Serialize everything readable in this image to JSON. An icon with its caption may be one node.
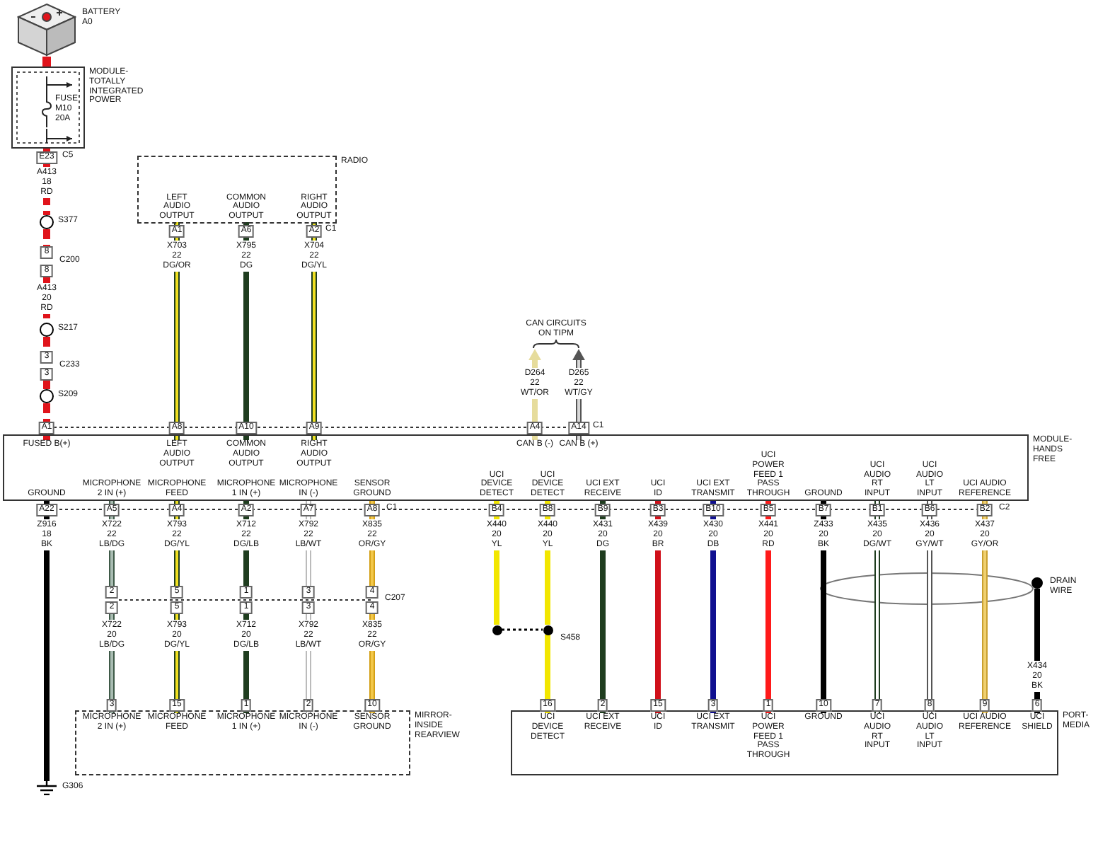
{
  "diagram": {
    "nodes": [
      {
        "text": [],
        "shape": "picture",
        "beside": [
          "BATTERY A0"
        ]
      },
      {
        "text": [
          "MODULE- TOTALLY INTEGRATED POWER"
        ]
      },
      {
        "text": [
          "FUSE M10 20A"
        ],
        "in": 1
      },
      {
        "text": [],
        "shape": "circle",
        "beside": [
          "S377"
        ]
      },
      {
        "text": [
          "8",
          "8"
        ],
        "beside": [
          "C200"
        ]
      },
      {
        "text": [],
        "shape": "circle",
        "beside": [
          "S217"
        ]
      },
      {
        "text": [
          "3",
          "3"
        ],
        "beside": [
          "C233"
        ]
      },
      {
        "text": [],
        "shape": "circle",
        "beside": [
          "S209"
        ]
      },
      {
        "text": [
          "RADIO"
        ]
      },
      {
        "text": [
          "LEFT AUDIO OUTPUT"
        ],
        "in": 8
      },
      {
        "text": [
          "COMMON AUDIO OUTPUT"
        ],
        "in": 8
      },
      {
        "text": [
          "RIGHT AUDIO OUTPUT"
        ],
        "in": 8
      },
      {
        "text": [
          "CAN CIRCUITS ON TIPM"
        ]
      },
      {
        "text": [
          "MODULE- HANDS FREE"
        ]
      },
      {
        "text": [
          "FUSED B(+)"
        ],
        "in": 13
      },
      {
        "text": [
          "LEFT AUDIO OUTPUT"
        ],
        "in": 13
      },
      {
        "text": [
          "COMMON AUDIO OUTPUT"
        ],
        "in": 13
      },
      {
        "text": [
          "RIGHT AUDIO OUTPUT"
        ],
        "in": 13
      },
      {
        "text": [
          "CAN B (-)"
        ],
        "in": 13
      },
      {
        "text": [
          "CAN B (+)"
        ],
        "in": 13
      },
      {
        "text": [
          "GROUND"
        ],
        "in": 13
      },
      {
        "text": [
          "MICROPHONE 2 IN (+)"
        ],
        "in": 13
      },
      {
        "text": [
          "MICROPHONE FEED"
        ],
        "in": 13
      },
      {
        "text": [
          "MICROPHONE 1 IN (+)"
        ],
        "in": 13
      },
      {
        "text": [
          "MICROPHONE IN (-)"
        ],
        "in": 13
      },
      {
        "text": [
          "SENSOR GROUND"
        ],
        "in": 13
      },
      {
        "text": [
          "UCI DEVICE DETECT"
        ],
        "in": 13
      },
      {
        "text": [
          "UCI DEVICE DETECT"
        ],
        "in": 13
      },
      {
        "text": [
          "UCI EXT RECEIVE"
        ],
        "in": 13
      },
      {
        "text": [
          "UCI ID"
        ],
        "in": 13
      },
      {
        "text": [
          "UCI EXT TRANSMIT"
        ],
        "in": 13
      },
      {
        "text": [
          "UCI POWER FEED 1 PASS THROUGH"
        ],
        "in": 13
      },
      {
        "text": [
          "GROUND"
        ],
        "in": 13
      },
      {
        "text": [
          "UCI AUDIO RT INPUT"
        ],
        "in": 13
      },
      {
        "text": [
          "UCI AUDIO LT INPUT"
        ],
        "in": 13
      },
      {
        "text": [
          "UCI AUDIO REFERENCE"
        ],
        "in": 13
      },
      {
        "text": [],
        "shape": "circle",
        "beside": [
          "DRAIN WIRE"
        ]
      },
      {
        "text": [
          "2",
          "2"
        ]
      },
      {
        "text": [
          "5",
          "5"
        ]
      },
      {
        "text": [
          "1",
          "1"
        ]
      },
      {
        "text": [
          "3",
          "3"
        ]
      },
      {
        "text": [
          "4",
          "4"
        ],
        "beside": [
          "C207"
        ]
      },
      {
        "text": [],
        "shape": "circle"
      },
      {
        "text": [],
        "shape": "circle",
        "beside": [
          "S458"
        ]
      },
      {
        "text": [
          "MIRROR- INSIDE REARVIEW"
        ]
      },
      {
        "text": [
          "MICROPHONE 2 IN (+)"
        ],
        "in": 44
      },
      {
        "text": [
          "MICROPHONE FEED"
        ],
        "in": 44
      },
      {
        "text": [
          "MICROPHONE 1 IN (+)"
        ],
        "in": 44
      },
      {
        "text": [
          "MICROPHONE IN (-)"
        ],
        "in": 44
      },
      {
        "text": [
          "SENSOR GROUND"
        ],
        "in": 44
      },
      {
        "text": [
          "PORT- MEDIA"
        ]
      },
      {
        "text": [
          "UCI DEVICE DETECT"
        ],
        "in": 50
      },
      {
        "text": [
          "UCI EXT RECEIVE"
        ],
        "in": 50
      },
      {
        "text": [
          "UCI ID"
        ],
        "in": 50
      },
      {
        "text": [
          "UCI EXT TRANSMIT"
        ],
        "in": 50
      },
      {
        "text": [
          "UCI POWER FEED 1 PASS THROUGH"
        ],
        "in": 50
      },
      {
        "text": [
          "GROUND"
        ],
        "in": 50
      },
      {
        "text": [
          "UCI AUDIO RT INPUT"
        ],
        "in": 50
      },
      {
        "text": [
          "UCI AUDIO LT INPUT"
        ],
        "in": 50
      },
      {
        "text": [
          "UCI AUDIO REFERENCE"
        ],
        "in": 50
      },
      {
        "text": [
          "UCI SHIELD"
        ],
        "in": 50
      },
      {
        "text": [],
        "shape": "ground",
        "beside": [
          "G306"
        ]
      }
    ],
    "edges": [
      {
        "from": 0,
        "to": 1,
        "arrow": "none",
        "color": "#e0141b"
      },
      {
        "from": 1,
        "to": 3,
        "arrow": "none",
        "label": "A413 18 RD",
        "style": "dashed",
        "color": "#e0141b"
      },
      {
        "from": 3,
        "to": 4,
        "arrow": "none",
        "style": "dashed",
        "color": "#e0141b"
      },
      {
        "from": 4,
        "to": 5,
        "arrow": "none",
        "label": "A413 20 RD",
        "style": "dashed",
        "color": "#e0141b"
      },
      {
        "from": 5,
        "to": 6,
        "arrow": "none",
        "style": "dashed",
        "color": "#e0141b"
      },
      {
        "from": 6,
        "to": 7,
        "arrow": "none",
        "style": "dashed",
        "color": "#e0141b"
      },
      {
        "from": 7,
        "to": 14,
        "arrow": "none",
        "style": "dashed",
        "color": "#e0141b"
      },
      {
        "from": 9,
        "to": 15,
        "arrow": "none",
        "label": "X703 22 DG/OR",
        "color": "#1f3d1f"
      },
      {
        "from": 10,
        "to": 16,
        "arrow": "none",
        "label": "X795 22 DG",
        "color": "#1f3d1f"
      },
      {
        "from": 11,
        "to": 17,
        "arrow": "none",
        "label": "X704 22 DG/YL",
        "color": "#1f3d1f"
      },
      {
        "from": 18,
        "to": 12,
        "arrow": "to",
        "label": "D264 22 WT/OR",
        "color": "#e6dc9c"
      },
      {
        "from": 19,
        "to": 12,
        "arrow": "to",
        "label": "D265 22 WT/GY",
        "color": "#555555"
      },
      {
        "from": 20,
        "to": 61,
        "arrow": "none",
        "label": "Z916 18 BK",
        "color": "#000000"
      },
      {
        "from": 21,
        "to": 37,
        "arrow": "none",
        "label": "X722 22 LB/DG",
        "color": "#3f5a48"
      },
      {
        "from": 22,
        "to": 38,
        "arrow": "none",
        "label": "X793 22 DG/YL",
        "color": "#1f3d1f"
      },
      {
        "from": 23,
        "to": 39,
        "arrow": "none",
        "label": "X712 22 DG/LB",
        "color": "#1f3d1f"
      },
      {
        "from": 24,
        "to": 40,
        "arrow": "none",
        "label": "X792 22 LB/WT",
        "color": "#bbbbbb"
      },
      {
        "from": 25,
        "to": 41,
        "arrow": "none",
        "label": "X835 22 OR/GY",
        "color": "#d4a017"
      },
      {
        "from": 37,
        "to": 45,
        "arrow": "none",
        "label": "X722 20 LB/DG",
        "color": "#3f5a48"
      },
      {
        "from": 38,
        "to": 46,
        "arrow": "none",
        "label": "X793 20 DG/YL",
        "color": "#1f3d1f"
      },
      {
        "from": 39,
        "to": 47,
        "arrow": "none",
        "label": "X712 20 DG/LB",
        "color": "#1f3d1f"
      },
      {
        "from": 40,
        "to": 48,
        "arrow": "none",
        "label": "X792 22 LB/WT",
        "color": "#bbbbbb"
      },
      {
        "from": 41,
        "to": 49,
        "arrow": "none",
        "label": "X835 22 OR/GY",
        "color": "#d4a017"
      },
      {
        "from": 26,
        "to": 42,
        "arrow": "none",
        "label": "X440 20 YL",
        "color": "#f2e600"
      },
      {
        "from": 42,
        "to": 43,
        "arrow": "none",
        "style": "dashed",
        "color": "#000000"
      },
      {
        "from": 27,
        "to": 43,
        "arrow": "none",
        "label": "X440 20 YL",
        "color": "#f2e600"
      },
      {
        "from": 43,
        "to": 51,
        "arrow": "none",
        "color": "#f2e600"
      },
      {
        "from": 28,
        "to": 52,
        "arrow": "none",
        "label": "X431 20 DG",
        "color": "#1f3d1f"
      },
      {
        "from": 29,
        "to": 53,
        "arrow": "none",
        "label": "X439 20 BR",
        "color": "#d0101a"
      },
      {
        "from": 30,
        "to": 54,
        "arrow": "none",
        "label": "X430 20 DB",
        "color": "#101090"
      },
      {
        "from": 31,
        "to": 55,
        "arrow": "none",
        "label": "X441 20 RD",
        "color": "#ff1a1a"
      },
      {
        "from": 32,
        "to": 56,
        "arrow": "none",
        "label": "Z433 20 BK",
        "color": "#000000"
      },
      {
        "from": 33,
        "to": 57,
        "arrow": "none",
        "label": "X435 20 DG/WT",
        "color": "#1f3d1f"
      },
      {
        "from": 34,
        "to": 58,
        "arrow": "none",
        "label": "X436 20 GY/WT",
        "color": "#555555"
      },
      {
        "from": 35,
        "to": 59,
        "arrow": "none",
        "label": "X437 20 GY/OR",
        "color": "#c9a030"
      },
      {
        "from": 36,
        "to": 60,
        "arrow": "none",
        "label": "X434 20 BK",
        "color": "#000000"
      }
    ],
    "labels": [
      "E23",
      "C5",
      "A1",
      "A6",
      "A2",
      "C1",
      "A1",
      "A8",
      "A10",
      "A9",
      "A4",
      "A14",
      "C1",
      "A22",
      "A5",
      "A4",
      "A2",
      "A7",
      "A8",
      "C1",
      "B4",
      "B8",
      "B9",
      "B3",
      "B10",
      "B5",
      "B7",
      "B1",
      "B6",
      "B2",
      "C2",
      "3",
      "15",
      "1",
      "2",
      "10",
      "16",
      "2",
      "15",
      "3",
      "1",
      "10",
      "7",
      "8",
      "9",
      "6"
    ]
  }
}
